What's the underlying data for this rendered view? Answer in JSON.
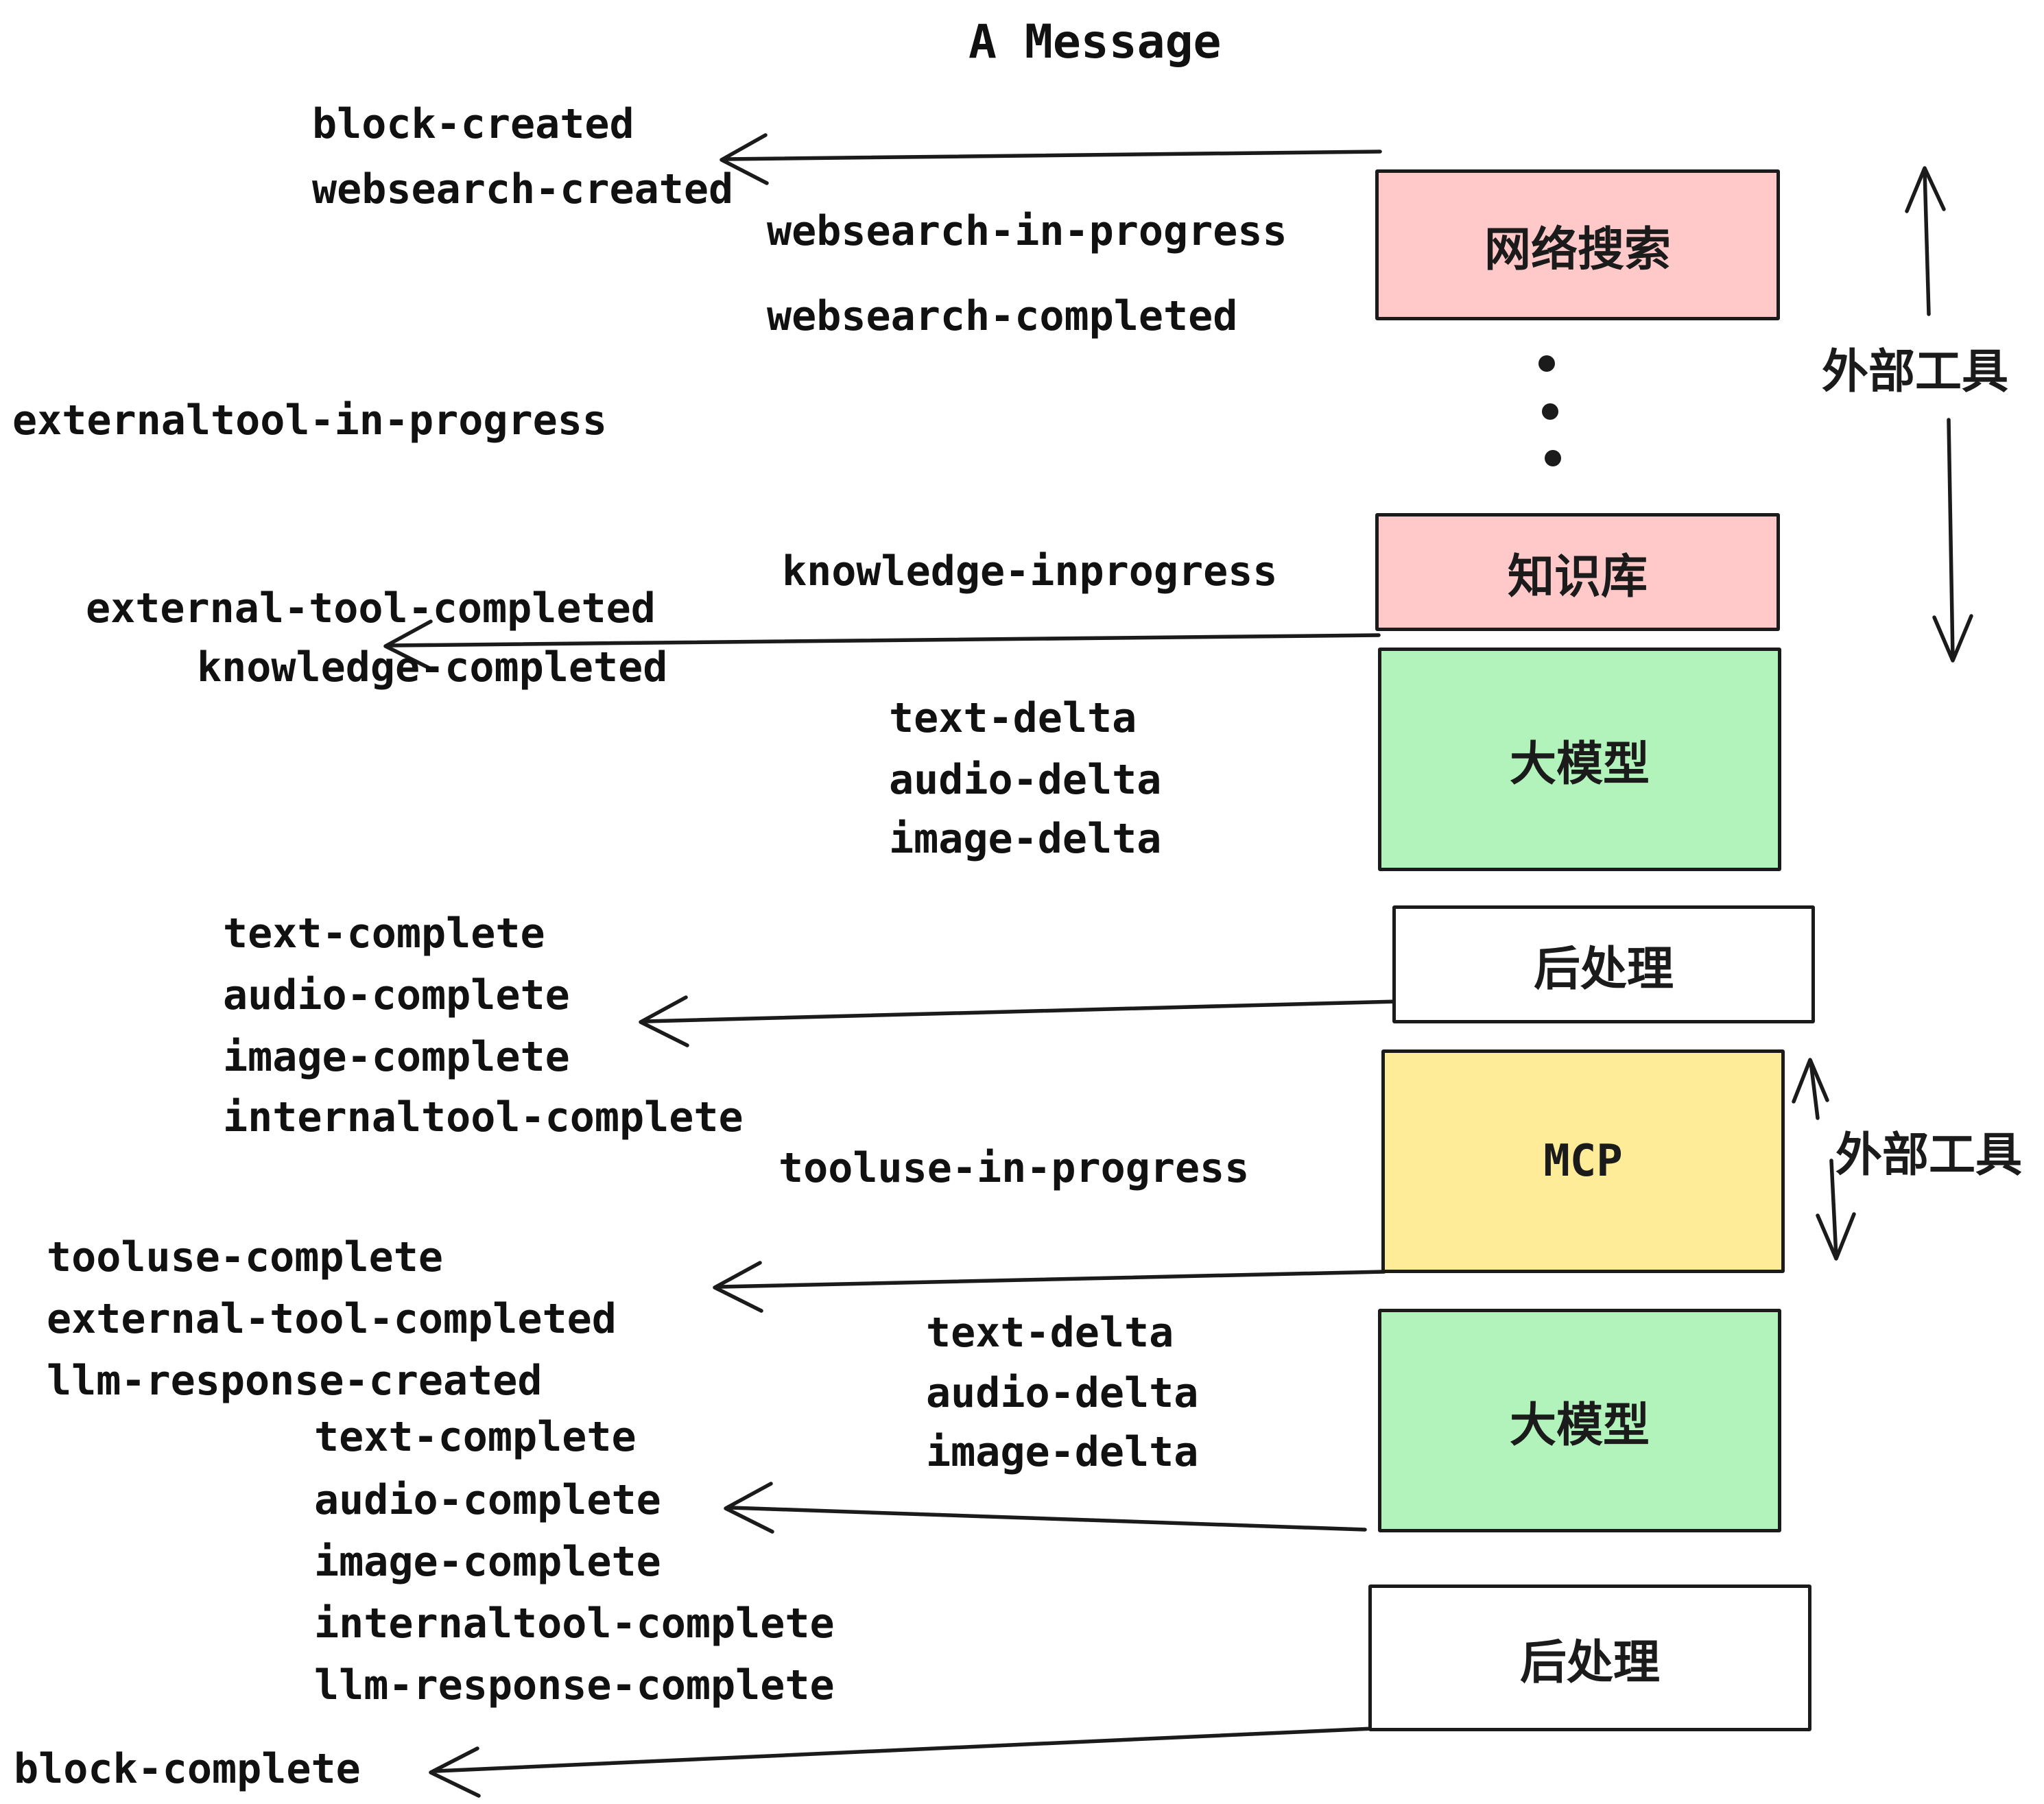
{
  "title": "A Message",
  "colors": {
    "box_border": "#1b1b1b",
    "arrow_line": "#1b1b1b",
    "pink": "#ffc9c9",
    "green": "#b2f2bb",
    "yellow": "#ffec99",
    "white": "#ffffff",
    "text": "#111111"
  },
  "events": {
    "opening": [
      "block-created",
      "websearch-created"
    ],
    "websearch": [
      "websearch-in-progress",
      "websearch-completed"
    ],
    "external_tool_in_progress": "externaltool-in-progress",
    "knowledge_in_progress": "knowledge-inprogress",
    "knowledge_done": [
      "external-tool-completed",
      "knowledge-completed"
    ],
    "llm_delta_1": [
      "text-delta",
      "audio-delta",
      "image-delta"
    ],
    "llm_complete_1": [
      "text-complete",
      "audio-complete",
      "image-complete",
      "internaltool-complete"
    ],
    "tooluse_in_progress": "tooluse-in-progress",
    "tooluse_done": [
      "tooluse-complete",
      "external-tool-completed",
      "llm-response-created"
    ],
    "llm_delta_2": [
      "text-delta",
      "audio-delta",
      "image-delta"
    ],
    "llm_complete_2": [
      "text-complete",
      "audio-complete",
      "image-complete",
      "internaltool-complete",
      "llm-response-complete"
    ],
    "block_complete": "block-complete"
  },
  "boxes": [
    {
      "id": "websearch",
      "label": "网络搜索",
      "color": "#ffc9c9"
    },
    {
      "id": "knowledge",
      "label": "知识库",
      "color": "#ffc9c9"
    },
    {
      "id": "llm-1",
      "label": "大模型",
      "color": "#b2f2bb"
    },
    {
      "id": "postprocess-1",
      "label": "后处理",
      "color": "#ffffff"
    },
    {
      "id": "mcp",
      "label": "MCP",
      "color": "#ffec99"
    },
    {
      "id": "llm-2",
      "label": "大模型",
      "color": "#b2f2bb"
    },
    {
      "id": "postprocess-2",
      "label": "后处理",
      "color": "#ffffff"
    }
  ],
  "side_annotations": [
    "外部工具",
    "外部工具"
  ]
}
